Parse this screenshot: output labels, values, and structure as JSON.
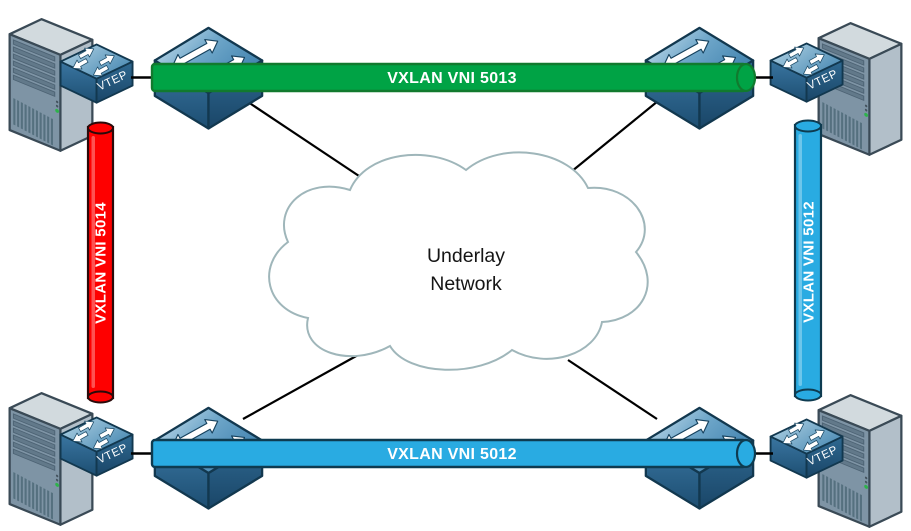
{
  "diagram": {
    "cloud": {
      "line1": "Underlay",
      "line2": "Network"
    },
    "tunnels": {
      "top": {
        "label": "VXLAN VNI 5013",
        "color": "#00a345"
      },
      "bottom": {
        "label": "VXLAN VNI 5012",
        "color": "#29abe2"
      },
      "left": {
        "label": "VXLAN VNI 5014",
        "color": "#fe0000"
      },
      "right": {
        "label": "VXLAN VNI 5012",
        "color": "#29abe2"
      }
    },
    "vtep_label": "VTEP",
    "colors": {
      "switch_blue": "#4b8fba",
      "cloud_outline": "#9fb6ba",
      "link_line": "#000000"
    }
  }
}
